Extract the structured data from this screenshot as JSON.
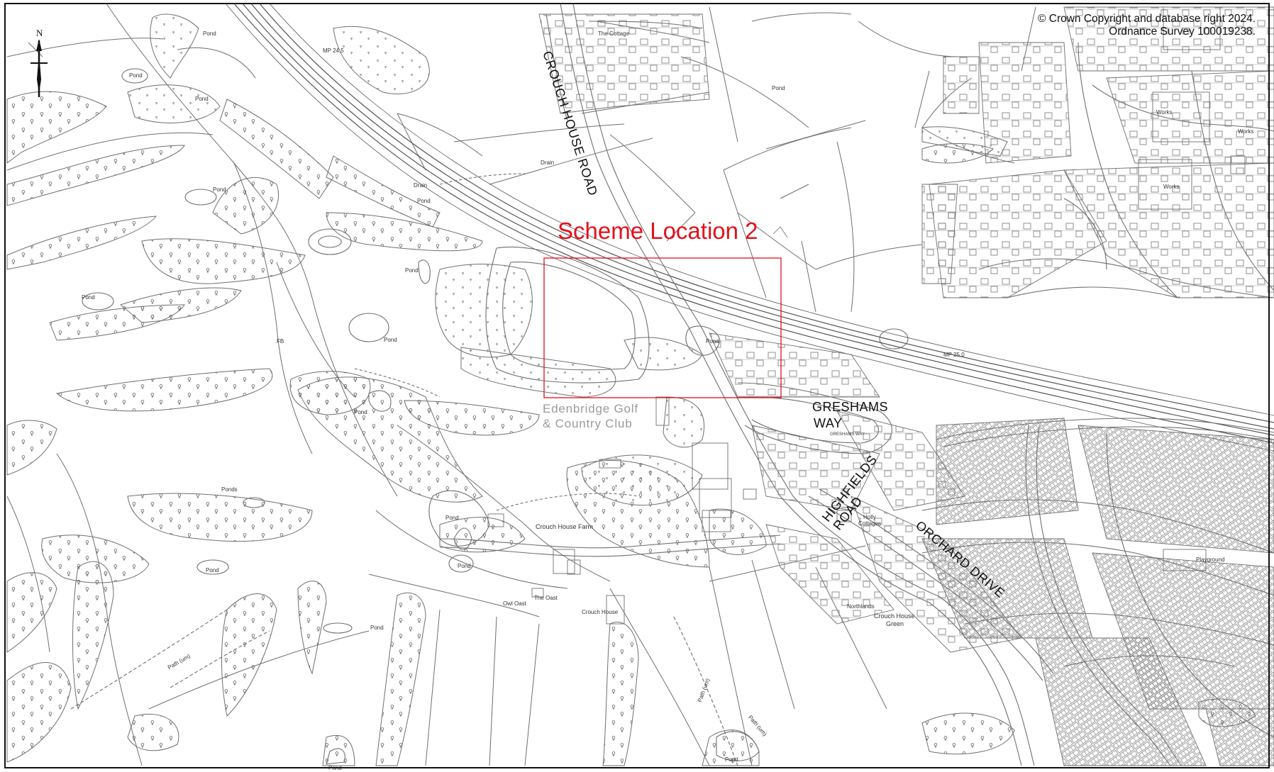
{
  "copyright": {
    "line1": "© Crown Copyright and database right 2024.",
    "line2": "Ordnance Survey 100019238."
  },
  "north_arrow": {
    "label": "N"
  },
  "scheme": {
    "label": "Scheme Location 2",
    "color": "#e5101a"
  },
  "roads": {
    "crouch_house_road": "CROUCH HOUSE ROAD",
    "greshams_way_1": "GRESHAMS",
    "greshams_way_2": "WAY",
    "highfields_road_1": "HIGHFIELDS",
    "highfields_road_2": "ROAD",
    "orchard_drive": "ORCHARD DRIVE"
  },
  "places": {
    "golf_club_1": "Edenbridge Golf",
    "golf_club_2": "& Country Club",
    "crouch_house_farm": "Crouch House Farm",
    "crouch_house_green_1": "Crouch House",
    "crouch_house_green_2": "Green",
    "holly_cottages_1": "Holly",
    "holly_cottages_2": "Cottages",
    "playground": "Playground",
    "works": "Works",
    "pond": "Pond",
    "drain": "Drain",
    "fb": "FB",
    "mp_245": "MP 24.5",
    "mp_250": "MP 25.0",
    "path_um": "Path (um)",
    "the_oast": "The Oast",
    "owl_oast": "Owl Oast",
    "crouch_house": "Crouch House",
    "the_cottage": "The Cottage",
    "northlands": "Northlands",
    "greshams_way_small": "GRESHAMS WAY",
    "crouch_house_road_small": "CROUCH HOUSE ROAD",
    "ponds": "Ponds"
  },
  "colors": {
    "linework": "#6f6f6f",
    "frame": "#111111",
    "golf_label": "#9a9a9a"
  }
}
